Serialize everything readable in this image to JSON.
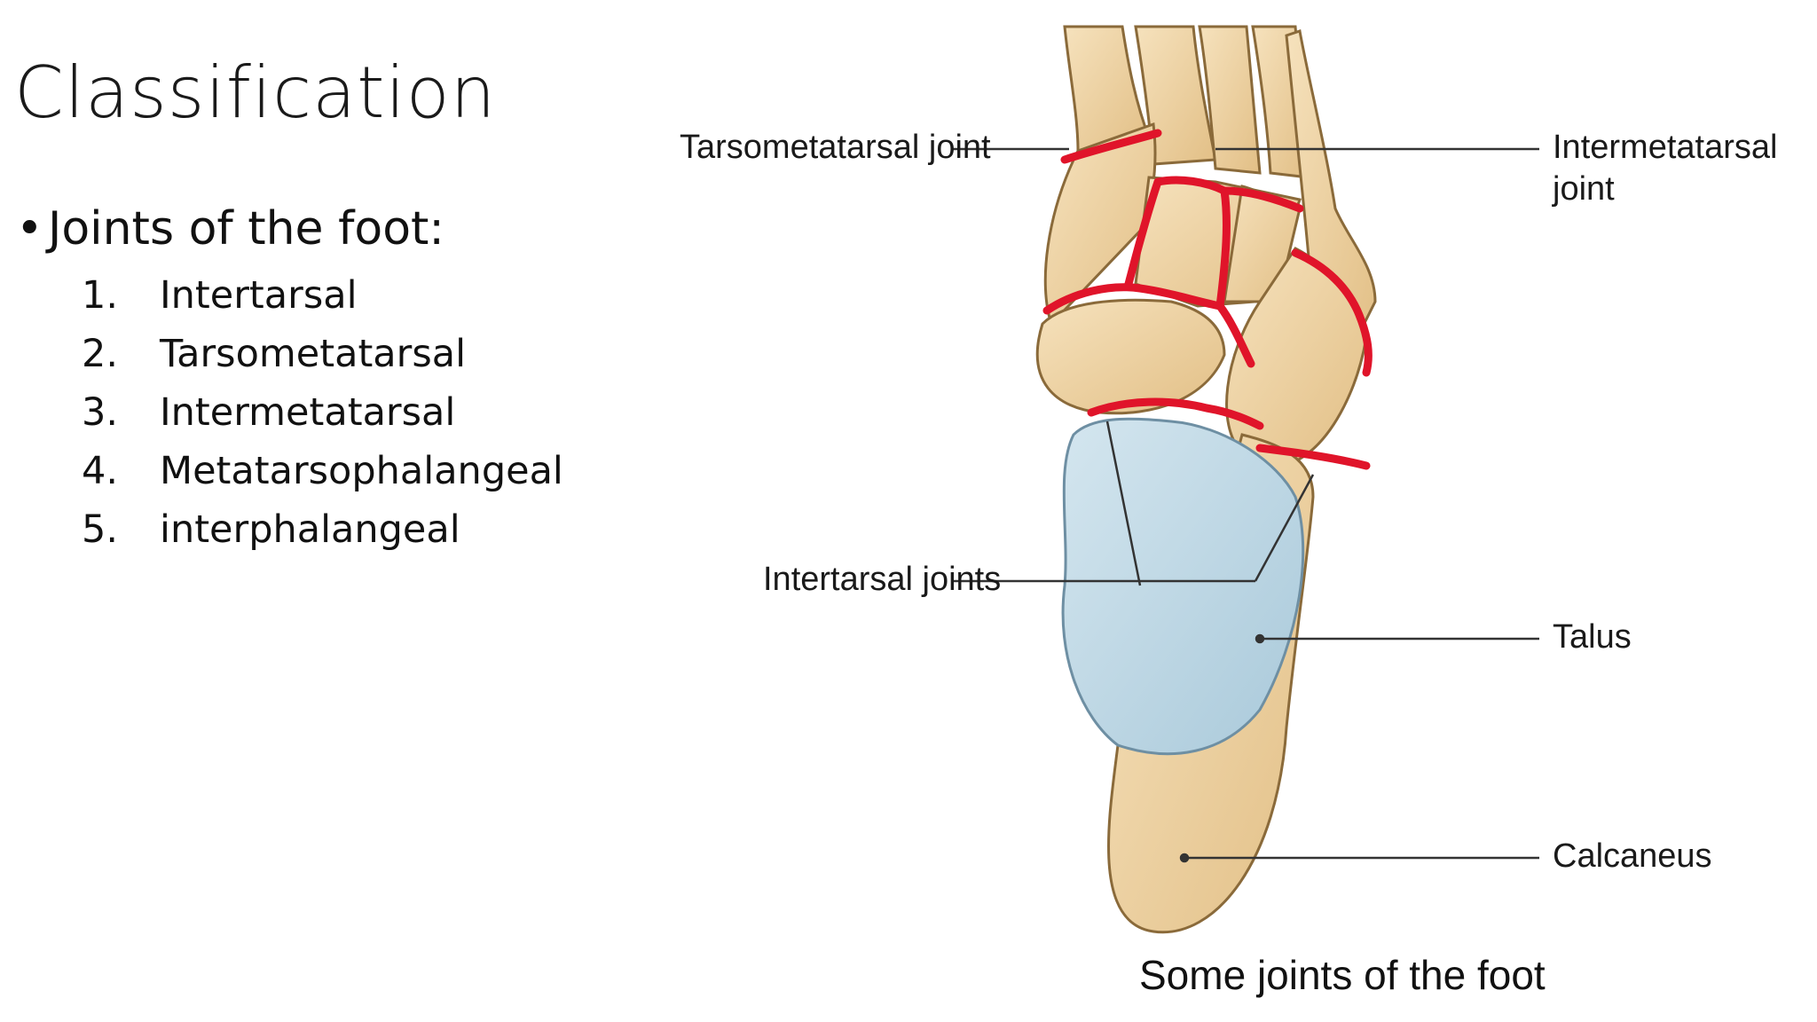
{
  "slide": {
    "title": "Classification",
    "bullet": "Joints of the foot:",
    "items": [
      {
        "num": "1.",
        "label": "Intertarsal"
      },
      {
        "num": "2.",
        "label": "Tarsometatarsal"
      },
      {
        "num": "3.",
        "label": "Intermetatarsal"
      },
      {
        "num": "4.",
        "label": "Metatarsophalangeal"
      },
      {
        "num": "5.",
        "label": "interphalangeal"
      }
    ]
  },
  "figure": {
    "labels": {
      "tarsometatarsal": "Tarsometatarsal joint",
      "intermetatarsal_line1": "Intermetatarsal",
      "intermetatarsal_line2": "joint",
      "intertarsal": "Intertarsal joints",
      "talus": "Talus",
      "calcaneus": "Calcaneus"
    },
    "caption": "Some joints of the foot"
  },
  "colors": {
    "bone": "#f0d6a8",
    "bone_shadow": "#d9b37a",
    "joint_line": "#e0142a",
    "talus_surface": "#b9d5e3",
    "leader_line": "#333333"
  }
}
